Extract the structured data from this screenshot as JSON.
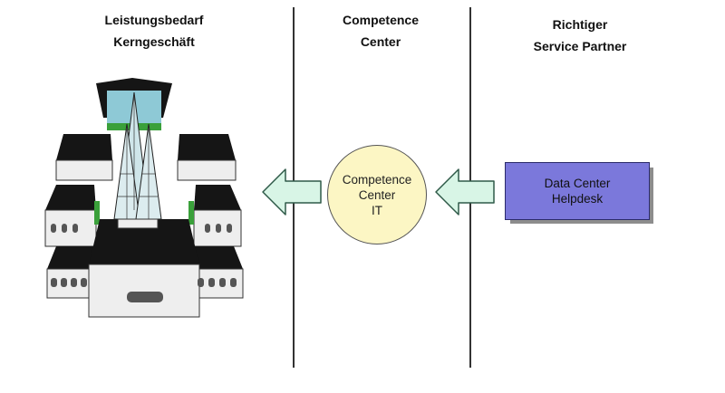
{
  "columns": [
    {
      "line1": "Leistungsbedarf",
      "line2": "Kerngeschäft"
    },
    {
      "line1": "Competence",
      "line2": "Center"
    },
    {
      "line1": "Richtiger",
      "line2": "Service Partner"
    }
  ],
  "circle": {
    "line1": "Competence",
    "line2": "Center",
    "line3": "IT"
  },
  "box": {
    "line1": "Data Center",
    "line2": "Helpdesk"
  },
  "colors": {
    "arrow_fill": "#d8f5e6",
    "arrow_stroke": "#2f5a48",
    "circle_fill": "#fcf6c4",
    "box_fill": "#7b78db",
    "roof": "#151515",
    "wall": "#eeeeee",
    "courtyard": "#8ec9d6",
    "green": "#3aa03a"
  },
  "icons": [
    "building-icon",
    "arrow-left-icon"
  ]
}
